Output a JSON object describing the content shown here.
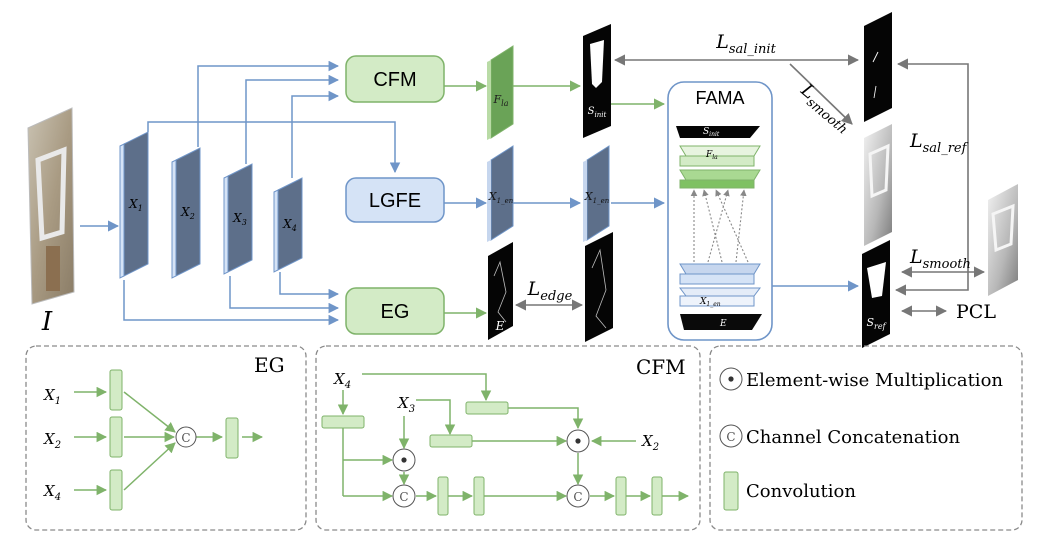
{
  "colors": {
    "blue_stroke": "#6f95c8",
    "blue_fill": "#d5e3f6",
    "blue_dark": "#5d6f8a",
    "green_stroke": "#7fb36a",
    "green_fill": "#d3ebc6",
    "green_dark": "#6aa357",
    "arrow_gray": "#777777",
    "dash_border": "#8a8a8a"
  },
  "input": {
    "label": "I"
  },
  "encoder": {
    "features": [
      "X",
      "X",
      "X",
      "X"
    ],
    "subs": [
      "1",
      "2",
      "3",
      "4"
    ]
  },
  "modules": {
    "cfm": "CFM",
    "lgfe": "LGFE",
    "eg": "EG",
    "fama": "FAMA"
  },
  "maps": {
    "f_la": "F",
    "f_la_sub": "la",
    "x1en": "X",
    "x1en_sub": "1_en",
    "x1en2": "X",
    "x1en2_sub": "1_en",
    "edge": "E",
    "s_init": "S",
    "s_init_sub": "init",
    "s_ref": "S",
    "s_ref_sub": "ref"
  },
  "fama_stack": {
    "s_init": "S",
    "s_init_sub": "init",
    "f_la": "F",
    "f_la_sub": "la",
    "x1en": "X",
    "x1en_sub": "1_en",
    "e": "E"
  },
  "losses": {
    "sal_init_L": "L",
    "sal_init_sub": "sal_init",
    "smooth1_L": "L",
    "smooth1_sub": "smooth",
    "sal_ref_L": "L",
    "sal_ref_sub": "sal_ref",
    "edge_L": "L",
    "edge_sub": "edge",
    "smooth2_L": "L",
    "smooth2_sub": "smooth",
    "pcl": "PCL"
  },
  "eg_panel": {
    "title": "EG",
    "in1": "X",
    "in1_sub": "1",
    "in2": "X",
    "in2_sub": "2",
    "in3": "X",
    "in3_sub": "4",
    "concat": "C"
  },
  "cfm_panel": {
    "title": "CFM",
    "x4": "X",
    "x4_sub": "4",
    "x3": "X",
    "x3_sub": "3",
    "x2": "X",
    "x2_sub": "2",
    "concat": "C"
  },
  "legend": {
    "mult": "Element-wise Multiplication",
    "concat": "Channel Concatenation",
    "conv": "Convolution",
    "concat_symbol": "C"
  }
}
